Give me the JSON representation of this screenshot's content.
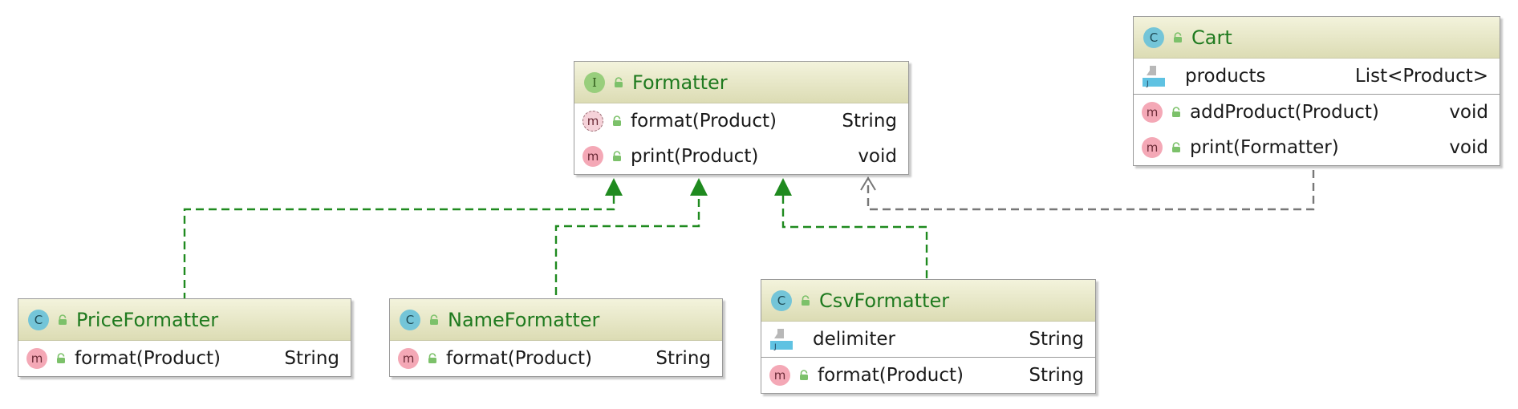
{
  "classes": {
    "formatter": {
      "kind": "interface",
      "kind_letter": "I",
      "name": "Formatter",
      "methods": [
        {
          "name": "format(Product)",
          "type": "String",
          "icon_letter": "m",
          "abstract": true
        },
        {
          "name": "print(Product)",
          "type": "void",
          "icon_letter": "m",
          "abstract": false
        }
      ]
    },
    "cart": {
      "kind": "class",
      "kind_letter": "C",
      "name": "Cart",
      "fields": [
        {
          "name": "products",
          "type": "List<Product>",
          "icon_letter": "J"
        }
      ],
      "methods": [
        {
          "name": "addProduct(Product)",
          "type": "void",
          "icon_letter": "m"
        },
        {
          "name": "print(Formatter)",
          "type": "void",
          "icon_letter": "m"
        }
      ]
    },
    "price_formatter": {
      "kind": "class",
      "kind_letter": "C",
      "name": "PriceFormatter",
      "methods": [
        {
          "name": "format(Product)",
          "type": "String",
          "icon_letter": "m"
        }
      ]
    },
    "name_formatter": {
      "kind": "class",
      "kind_letter": "C",
      "name": "NameFormatter",
      "methods": [
        {
          "name": "format(Product)",
          "type": "String",
          "icon_letter": "m"
        }
      ]
    },
    "csv_formatter": {
      "kind": "class",
      "kind_letter": "C",
      "name": "CsvFormatter",
      "fields": [
        {
          "name": "delimiter",
          "type": "String",
          "icon_letter": "J"
        }
      ],
      "methods": [
        {
          "name": "format(Product)",
          "type": "String",
          "icon_letter": "m"
        }
      ]
    }
  },
  "relations": [
    {
      "from": "PriceFormatter",
      "to": "Formatter",
      "kind": "realization"
    },
    {
      "from": "NameFormatter",
      "to": "Formatter",
      "kind": "realization"
    },
    {
      "from": "CsvFormatter",
      "to": "Formatter",
      "kind": "realization"
    },
    {
      "from": "Cart",
      "to": "Formatter",
      "kind": "dependency"
    }
  ],
  "colors": {
    "realization_line": "#1f8a1f",
    "dependency_line": "#777777",
    "title_text": "#1f7a1f",
    "header_gradient_top": "#f3f3dc",
    "header_gradient_bottom": "#dcdcb4",
    "class_icon": "#74c5d8",
    "interface_icon": "#98ce7c",
    "method_icon": "#f4a8b6"
  }
}
